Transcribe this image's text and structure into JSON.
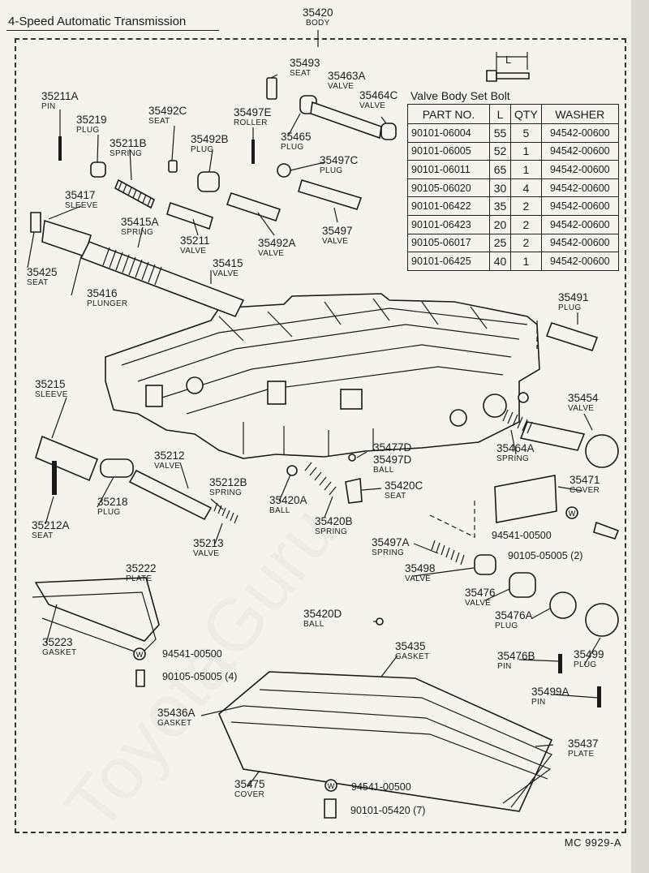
{
  "title": "4-Speed Automatic Transmission",
  "diagram_code": "MC 9929-A",
  "watermark": "ToyotaGuru",
  "bolt_table": {
    "caption": "Valve Body Set Bolt",
    "dimension_label": "L",
    "headers": [
      "PART NO.",
      "L",
      "QTY",
      "WASHER"
    ],
    "rows": [
      [
        "90101-06004",
        "55",
        "5",
        "94542-00600"
      ],
      [
        "90101-06005",
        "52",
        "1",
        "94542-00600"
      ],
      [
        "90101-06011",
        "65",
        "1",
        "94542-00600"
      ],
      [
        "90105-06020",
        "30",
        "4",
        "94542-00600"
      ],
      [
        "90101-06422",
        "35",
        "2",
        "94542-00600"
      ],
      [
        "90101-06423",
        "20",
        "2",
        "94542-00600"
      ],
      [
        "90105-06017",
        "25",
        "2",
        "94542-00600"
      ],
      [
        "90101-06425",
        "40",
        "1",
        "94542-00600"
      ]
    ]
  },
  "labels": [
    {
      "num": "35420",
      "sub": "BODY"
    },
    {
      "num": "35493",
      "sub": "SEAT"
    },
    {
      "num": "35463A",
      "sub": "VALVE"
    },
    {
      "num": "35464C",
      "sub": "VALVE"
    },
    {
      "num": "35211A",
      "sub": "PIN"
    },
    {
      "num": "35492C",
      "sub": "SEAT"
    },
    {
      "num": "35497E",
      "sub": "ROLLER"
    },
    {
      "num": "35219",
      "sub": "PLUG"
    },
    {
      "num": "35465",
      "sub": "PLUG"
    },
    {
      "num": "35211B",
      "sub": "SPRING"
    },
    {
      "num": "35492B",
      "sub": "PLUG"
    },
    {
      "num": "35497C",
      "sub": "PLUG"
    },
    {
      "num": "35417",
      "sub": "SLEEVE"
    },
    {
      "num": "35415A",
      "sub": "SPRING"
    },
    {
      "num": "35211",
      "sub": "VALVE"
    },
    {
      "num": "35492A",
      "sub": "VALVE"
    },
    {
      "num": "35497",
      "sub": "VALVE"
    },
    {
      "num": "35425",
      "sub": "SEAT"
    },
    {
      "num": "35415",
      "sub": "VALVE"
    },
    {
      "num": "35416",
      "sub": "PLUNGER"
    },
    {
      "num": "35491",
      "sub": "PLUG"
    },
    {
      "num": "35215",
      "sub": "SLEEVE"
    },
    {
      "num": "35454",
      "sub": "VALVE"
    },
    {
      "num": "35212",
      "sub": "VALVE"
    },
    {
      "num": "35477D",
      "sub": ""
    },
    {
      "num": "35497D",
      "sub": "BALL"
    },
    {
      "num": "35464A",
      "sub": "SPRING"
    },
    {
      "num": "35218",
      "sub": "PLUG"
    },
    {
      "num": "35212B",
      "sub": "SPRING"
    },
    {
      "num": "35420A",
      "sub": "BALL"
    },
    {
      "num": "35420C",
      "sub": "SEAT"
    },
    {
      "num": "35471",
      "sub": "COVER"
    },
    {
      "num": "35212A",
      "sub": "SEAT"
    },
    {
      "num": "35420B",
      "sub": "SPRING"
    },
    {
      "num": "35213",
      "sub": "VALVE"
    },
    {
      "num": "35497A",
      "sub": "SPRING"
    },
    {
      "num": "35498",
      "sub": "VALVE"
    },
    {
      "num": "35222",
      "sub": "PLATE"
    },
    {
      "num": "35476",
      "sub": "VALVE"
    },
    {
      "num": "35420D",
      "sub": "BALL"
    },
    {
      "num": "35476A",
      "sub": "PLUG"
    },
    {
      "num": "35223",
      "sub": "GASKET"
    },
    {
      "num": "35435",
      "sub": "GASKET"
    },
    {
      "num": "35476B",
      "sub": "PIN"
    },
    {
      "num": "35499",
      "sub": "PLUG"
    },
    {
      "num": "35499A",
      "sub": "PIN"
    },
    {
      "num": "35436A",
      "sub": "GASKET"
    },
    {
      "num": "35437",
      "sub": "PLATE"
    },
    {
      "num": "35475",
      "sub": "COVER"
    }
  ],
  "callouts": [
    {
      "text": "94541-00500"
    },
    {
      "text": "90105-05005 (2)"
    },
    {
      "text": "94541-00500"
    },
    {
      "text": "90105-05005 (4)"
    },
    {
      "text": "94541-00500"
    },
    {
      "text": "90101-05420 (7)"
    }
  ],
  "washer_symbol": "W"
}
